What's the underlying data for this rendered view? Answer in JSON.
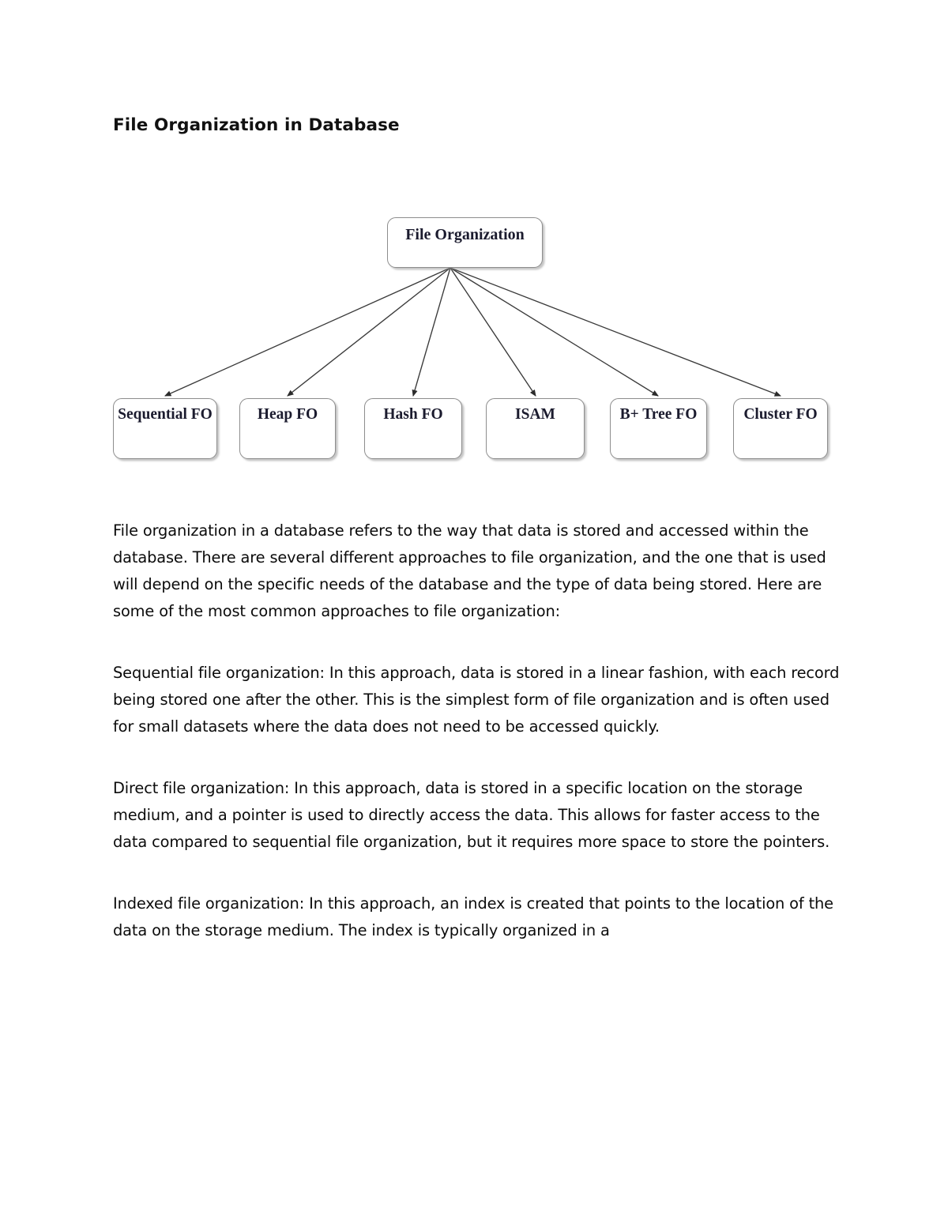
{
  "document": {
    "title": "File Organization in Database",
    "background_color": "#ffffff",
    "text_color": "#0b0b0b"
  },
  "diagram": {
    "name": "file-organization-tree",
    "root": {
      "label": "File Organization"
    },
    "node_border_color": "#8d8d8d",
    "node_text_color": "#1b1b2e",
    "connector_color": "#3a3a3a",
    "children": [
      {
        "label": "Sequential FO"
      },
      {
        "label": "Heap FO"
      },
      {
        "label": "Hash FO"
      },
      {
        "label": "ISAM"
      },
      {
        "label": "B+ Tree FO"
      },
      {
        "label": "Cluster FO"
      }
    ]
  },
  "paragraphs": [
    "File organization in a database refers to the way that data is stored and accessed within the database. There are several different approaches to file organization, and the one that is used will depend on the specific needs of the database and the type of data being stored. Here are some of the most common approaches to file organization:",
    "Sequential file organization: In this approach, data is stored in a linear fashion, with each record being stored one after the other. This is the simplest form of file organization and is often used for small datasets where the data does not need to be accessed quickly.",
    "Direct file organization: In this approach, data is stored in a specific location on the storage medium, and a pointer is used to directly access the data. This allows for faster access to the data compared to sequential file organization, but it requires more space to store the pointers.",
    "Indexed file organization: In this approach, an index is created that points to the location of the data on the storage medium. The index is typically organized in a"
  ]
}
